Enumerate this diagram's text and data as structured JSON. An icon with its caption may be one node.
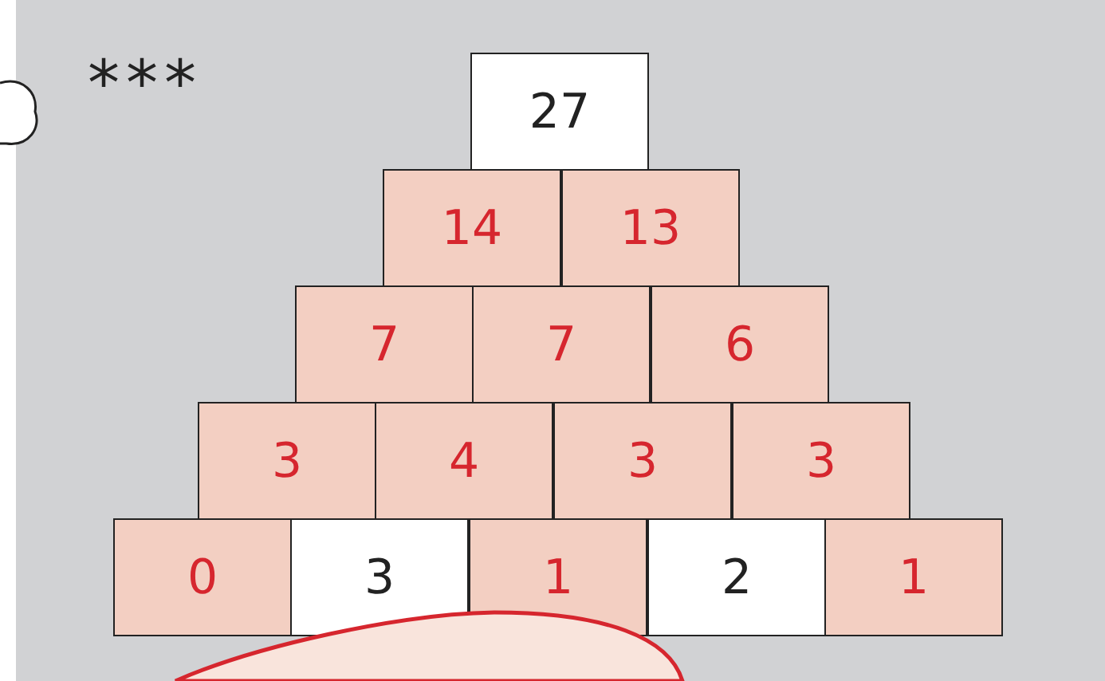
{
  "diagram": {
    "nodes": [
      {
        "text": [
          "27"
        ]
      },
      {
        "text": [
          "14"
        ]
      },
      {
        "text": [
          "13"
        ]
      },
      {
        "text": [
          "7"
        ]
      },
      {
        "text": [
          "7"
        ]
      },
      {
        "text": [
          "6"
        ]
      },
      {
        "text": [
          "3"
        ]
      },
      {
        "text": [
          "4"
        ]
      },
      {
        "text": [
          "3"
        ]
      },
      {
        "text": [
          "3"
        ]
      },
      {
        "text": [
          "0"
        ]
      },
      {
        "text": [
          "3"
        ]
      },
      {
        "text": [
          "1"
        ]
      },
      {
        "text": [
          "2"
        ]
      },
      {
        "text": [
          "1"
        ]
      }
    ],
    "labels": [
      "***"
    ]
  }
}
